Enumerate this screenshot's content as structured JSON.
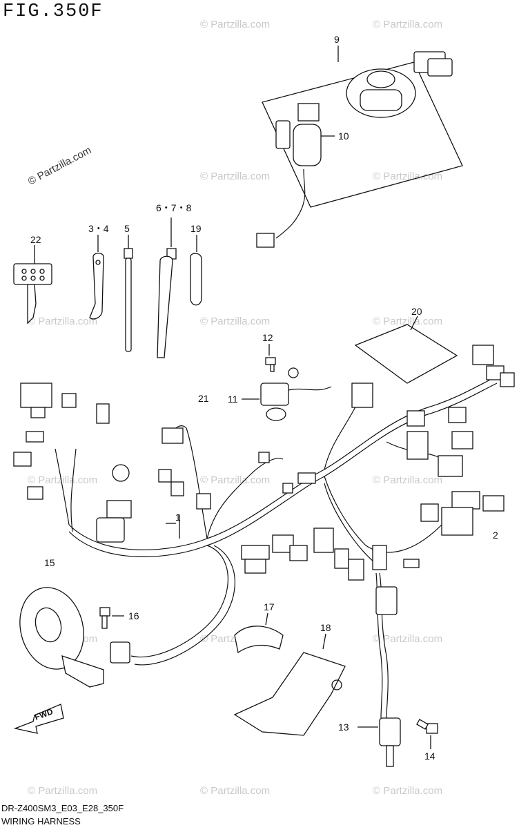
{
  "figure": {
    "title": "FIG.350F",
    "code": "DR-Z400SM3_E03_E28_350F",
    "name": "WIRING HARNESS"
  },
  "watermark": {
    "text": "© Partzilla.com",
    "primary_text": "© Partzilla.com"
  },
  "callouts": [
    {
      "id": "c1",
      "label": "1"
    },
    {
      "id": "c2",
      "label": "2"
    },
    {
      "id": "c3",
      "label": "3・4"
    },
    {
      "id": "c5",
      "label": "5"
    },
    {
      "id": "c6",
      "label": "6・7・8"
    },
    {
      "id": "c9",
      "label": "9"
    },
    {
      "id": "c10",
      "label": "10"
    },
    {
      "id": "c11",
      "label": "11"
    },
    {
      "id": "c12",
      "label": "12"
    },
    {
      "id": "c13",
      "label": "13"
    },
    {
      "id": "c14",
      "label": "14"
    },
    {
      "id": "c15",
      "label": "15"
    },
    {
      "id": "c16",
      "label": "16"
    },
    {
      "id": "c17",
      "label": "17"
    },
    {
      "id": "c18",
      "label": "18"
    },
    {
      "id": "c19",
      "label": "19"
    },
    {
      "id": "c20",
      "label": "20"
    },
    {
      "id": "c21",
      "label": "21"
    },
    {
      "id": "c22",
      "label": "22"
    }
  ],
  "fwd_label": "FWD"
}
